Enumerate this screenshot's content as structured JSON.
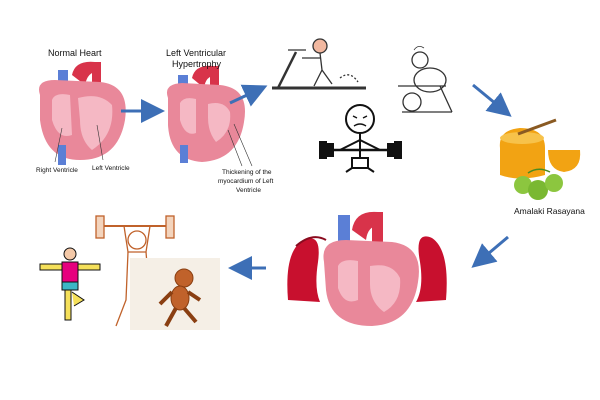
{
  "labels": {
    "normal_heart": "Normal Heart",
    "lvh_line1": "Left Ventricular",
    "lvh_line2": "Hypertrophy",
    "right_ventricle": "Right Ventricle",
    "left_ventricle": "Left Ventricle",
    "thickening_line1": "Thickening of the",
    "thickening_line2": "myocardium of Left",
    "thickening_line3": "Ventricle",
    "amalaki": "Amalaki Rasayana"
  },
  "colors": {
    "arrow": "#3d6fb6",
    "heart_pink": "#e9889a",
    "heart_light": "#f5b8c4",
    "aorta_red": "#d8334a",
    "vein_blue": "#5b7fd6",
    "muscle_red": "#c8102e",
    "honey": "#f2a313",
    "amla_green": "#8cc63f",
    "sketch_orange": "#c0622b",
    "yoga_pink": "#e6007e",
    "yoga_teal": "#3cb6c6",
    "yoga_yellow": "#f5e05a"
  }
}
